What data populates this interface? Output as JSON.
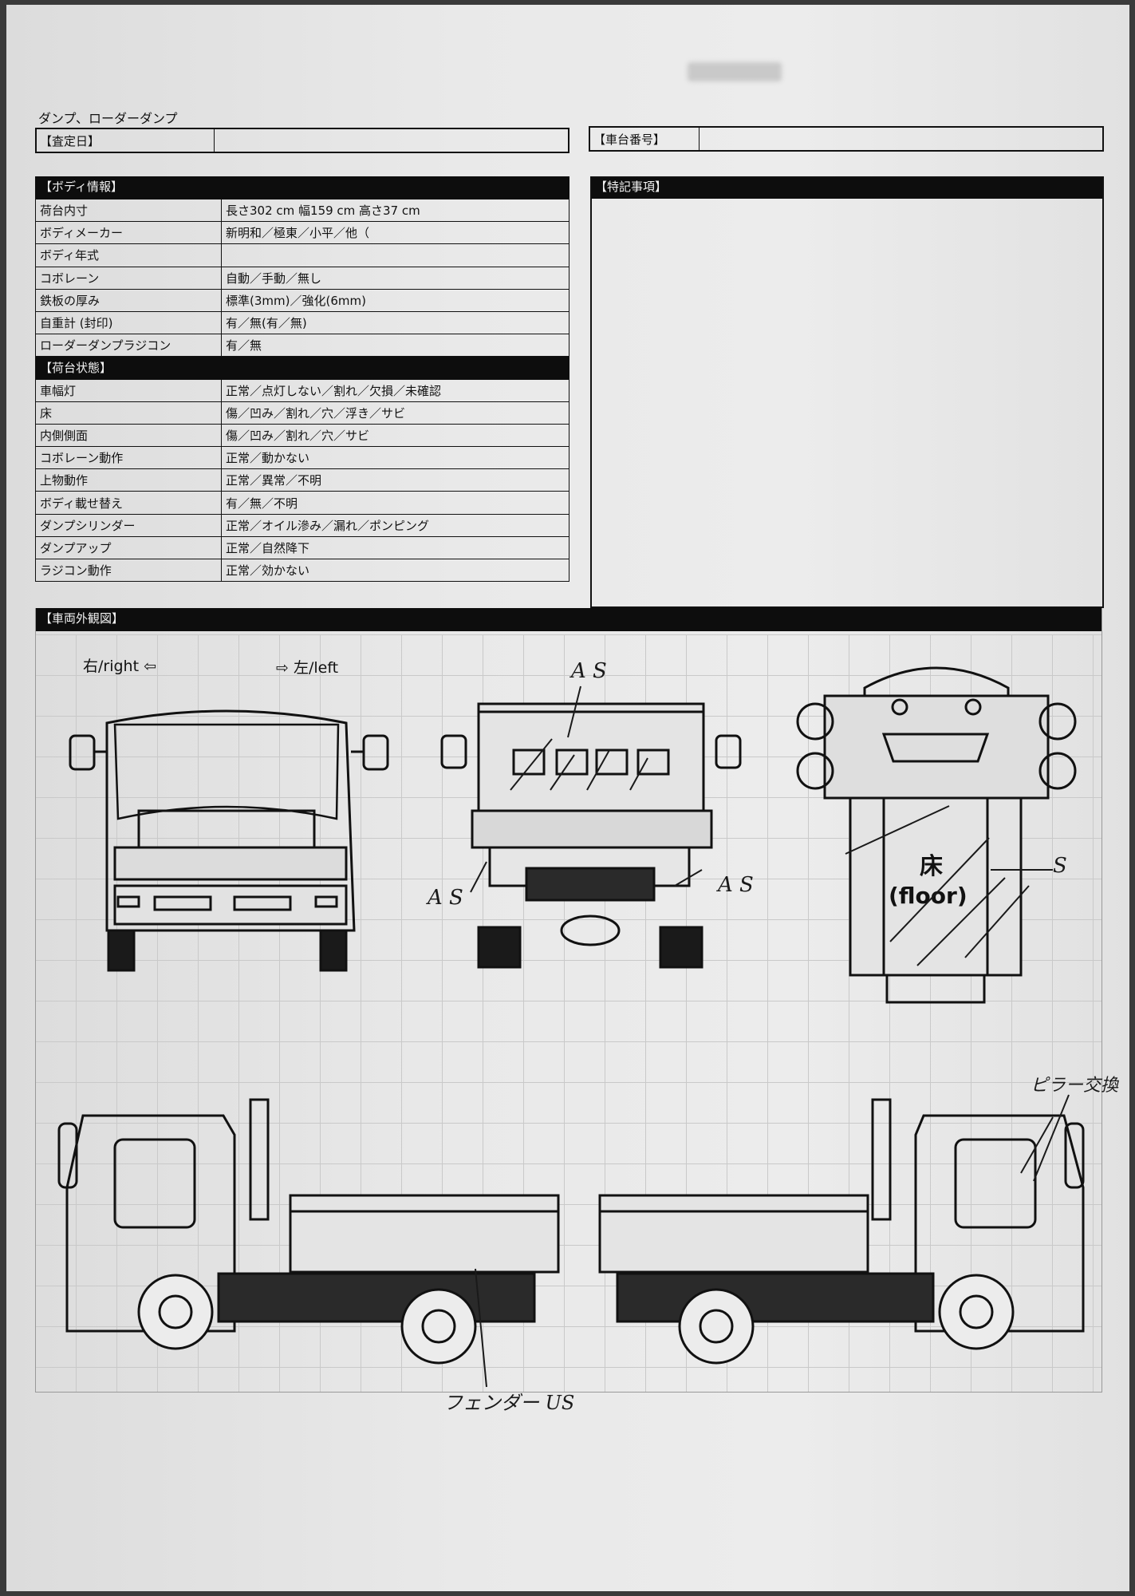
{
  "document": {
    "title": "ダンプ、ローダーダンプ",
    "assessment_date_label": "【査定日】",
    "assessment_date_value": "",
    "chassis_number_label": "【車台番号】",
    "chassis_number_value": "",
    "remarks_label": "【特記事項】"
  },
  "body_info": {
    "header": "【ボディ情報】",
    "rows": [
      {
        "label": "荷台内寸",
        "text": "長さ302 cm 幅159 cm 高さ37 cm"
      },
      {
        "label": "ボディメーカー",
        "text": "新明和／極東／小平／他（"
      },
      {
        "label": "ボディ年式",
        "text": ""
      },
      {
        "label": "コボレーン",
        "text": "自動／手動／無し"
      },
      {
        "label": "鉄板の厚み",
        "text": "標準(3mm)／強化(6mm)"
      },
      {
        "label": "自重計 (封印)",
        "text": "有／無(有／無)"
      },
      {
        "label": "ローダーダンプラジコン",
        "text": "有／無"
      }
    ]
  },
  "bed_condition": {
    "header": "【荷台状態】",
    "rows": [
      {
        "label": "車幅灯",
        "text": "正常／点灯しない／割れ／欠損／未確認"
      },
      {
        "label": "床",
        "text": "傷／凹み／割れ／穴／浮き／サビ"
      },
      {
        "label": "内側側面",
        "text": "傷／凹み／割れ／穴／サビ"
      },
      {
        "label": "コボレーン動作",
        "text": "正常／動かない"
      },
      {
        "label": "上物動作",
        "text": "正常／異常／不明"
      },
      {
        "label": "ボディ載せ替え",
        "text": "有／無／不明"
      },
      {
        "label": "ダンプシリンダー",
        "text": "正常／オイル滲み／漏れ／ポンピング"
      },
      {
        "label": "ダンプアップ",
        "text": "正常／自然降下"
      },
      {
        "label": "ラジコン動作",
        "text": "正常／効かない"
      }
    ]
  },
  "exterior": {
    "header": "【車両外観図】",
    "right_label": "右/right ⇦",
    "left_label": "⇨ 左/left",
    "floor_label_jp": "床",
    "floor_label_en": "(floor)",
    "notes": {
      "rear_top": "A S",
      "rear_left": "A S",
      "rear_right": "A S",
      "floor": "S",
      "pillar": "ピラー交換",
      "fender": "フェンダー US"
    }
  }
}
